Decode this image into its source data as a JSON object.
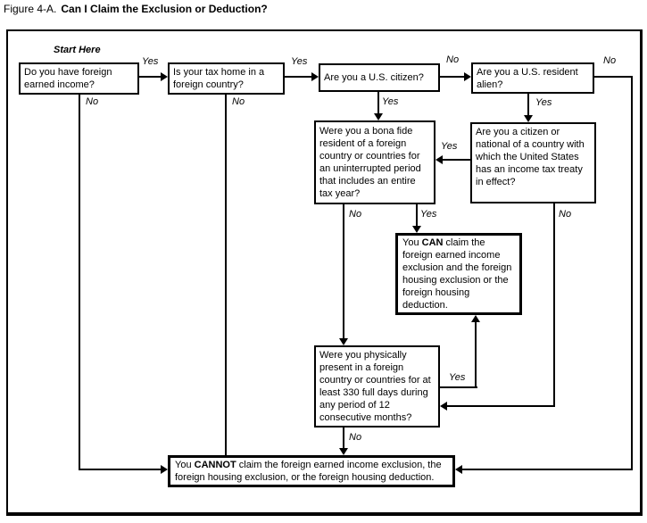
{
  "figure": {
    "label": "Figure 4-A.",
    "title": "Can I Claim the Exclusion or Deduction?"
  },
  "start_here": "Start Here",
  "boxes": {
    "income": "Do you have foreign earned income?",
    "tax_home": "Is your tax home in a foreign country?",
    "citizen": "Are you a U.S. citizen?",
    "resident_alien": "Are you a U.S. resident alien?",
    "bona_fide": "Were you a bona fide resident of a foreign country or countries for an uninterrupted period that includes an entire tax year?",
    "treaty": "Are you a citizen or national of a country with which the United States has an income tax treaty in effect?",
    "physical_presence": "Were you physically present in a foreign country or countries for at least 330 full days during any period of 12 consecutive months?",
    "can": {
      "pre": "You ",
      "emphasis": "CAN",
      "post": " claim the foreign earned income exclusion and the foreign housing exclusion or the foreign housing deduction."
    },
    "cannot": {
      "pre": "You ",
      "emphasis": "CANNOT",
      "post": " claim the foreign earned income exclusion, the foreign housing exclusion, or the foreign housing deduction."
    }
  },
  "edge_labels": {
    "yes": "Yes",
    "no": "No"
  },
  "colors": {
    "ink": "#000000",
    "background": "#ffffff"
  }
}
